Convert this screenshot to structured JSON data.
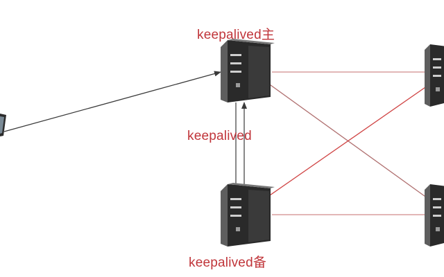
{
  "diagram": {
    "labels": {
      "master": "keepalived主",
      "heartbeat": "keepalived",
      "backup": "keepalived备"
    },
    "nodes": [
      {
        "id": "client",
        "kind": "client-terminal",
        "partially_visible": true
      },
      {
        "id": "lb-master",
        "kind": "server-icon",
        "role": "master"
      },
      {
        "id": "lb-backup",
        "kind": "server-icon",
        "role": "backup"
      },
      {
        "id": "real-server-1",
        "kind": "server-icon",
        "partially_visible": true
      },
      {
        "id": "real-server-2",
        "kind": "server-icon",
        "partially_visible": true
      }
    ],
    "edges": [
      {
        "from": "client",
        "to": "lb-master",
        "style": "arrow",
        "color": "#3a3a3a"
      },
      {
        "from": "lb-master",
        "to": "lb-backup",
        "style": "arrow",
        "color": "#3a3a3a"
      },
      {
        "from": "lb-backup",
        "to": "lb-master",
        "style": "arrow",
        "color": "#3a3a3a"
      },
      {
        "from": "lb-master",
        "to": "real-server-1",
        "style": "line",
        "color": "#d08a8a"
      },
      {
        "from": "lb-master",
        "to": "real-server-2",
        "style": "line",
        "color": "#b07070"
      },
      {
        "from": "lb-backup",
        "to": "real-server-1",
        "style": "line",
        "color": "#d04545"
      },
      {
        "from": "lb-backup",
        "to": "real-server-2",
        "style": "line",
        "color": "#d08a8a"
      }
    ],
    "colors": {
      "label": "#c0353a",
      "arrow": "#3a3a3a",
      "background": "#ffffff"
    }
  }
}
